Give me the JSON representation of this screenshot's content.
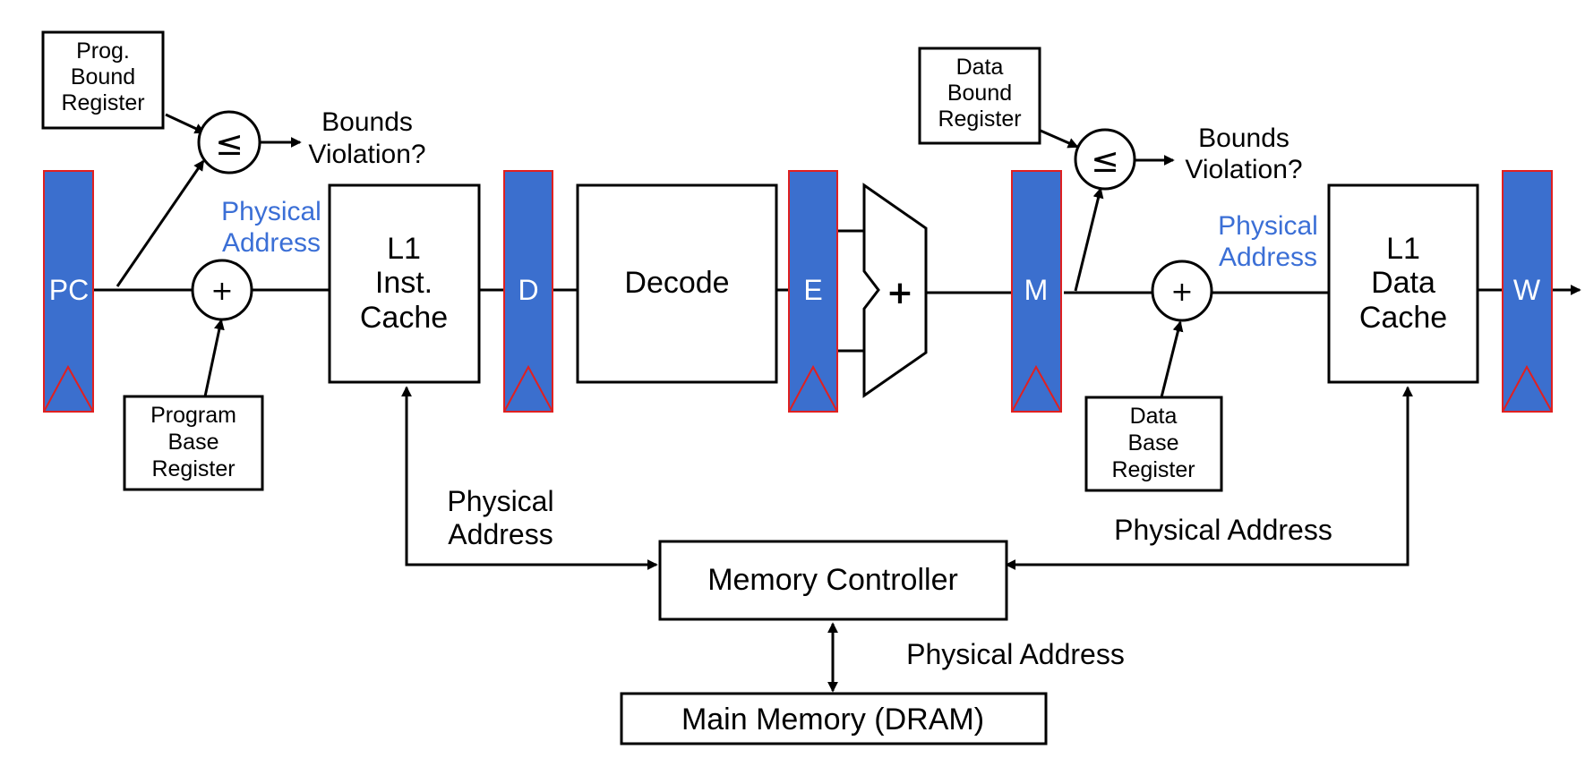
{
  "colors": {
    "pipeline_register_fill": "#3b6fce",
    "pipeline_register_border": "#e02020",
    "annotation_blue": "#3b6fd6",
    "line": "#000000"
  },
  "pipeline_registers": {
    "pc": "PC",
    "d": "D",
    "e": "E",
    "m": "M",
    "w": "W"
  },
  "fetch": {
    "prog_bound_register": [
      "Prog.",
      "Bound",
      "Register"
    ],
    "program_base_register": [
      "Program",
      "Base",
      "Register"
    ],
    "compare_symbol": "≤",
    "adder_symbol": "+",
    "bounds_violation": [
      "Bounds",
      "Violation?"
    ],
    "physical_address": [
      "Physical",
      "Address"
    ],
    "l1_inst_cache": [
      "L1",
      "Inst.",
      "Cache"
    ]
  },
  "decode": {
    "label": "Decode"
  },
  "execute": {
    "alu_symbol": "+"
  },
  "memory": {
    "data_bound_register": [
      "Data",
      "Bound",
      "Register"
    ],
    "data_base_register": [
      "Data",
      "Base",
      "Register"
    ],
    "compare_symbol": "≤",
    "adder_symbol": "+",
    "bounds_violation": [
      "Bounds",
      "Violation?"
    ],
    "physical_address": [
      "Physical",
      "Address"
    ],
    "l1_data_cache": [
      "L1",
      "Data",
      "Cache"
    ]
  },
  "memory_system": {
    "left_label": [
      "Physical",
      "Address"
    ],
    "right_label": "Physical Address",
    "dram_label": "Physical Address",
    "controller": "Memory Controller",
    "main_memory": "Main Memory (DRAM)"
  }
}
